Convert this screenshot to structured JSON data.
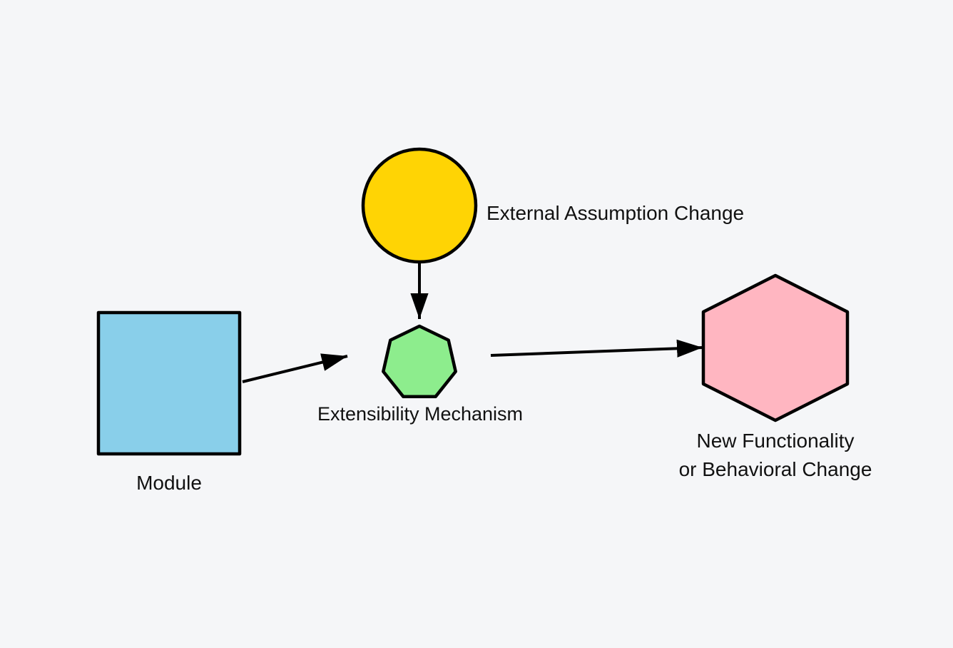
{
  "canvas": {
    "background": "#F5F6F8",
    "stroke_color": "#000000"
  },
  "nodes": {
    "module": {
      "shape": "square",
      "fill": "#89CFEA",
      "label": "Module"
    },
    "external_assumption_change": {
      "shape": "circle",
      "fill": "#FFD404",
      "label": "External Assumption Change"
    },
    "extensibility_mechanism": {
      "shape": "heptagon",
      "fill": "#8DED8D",
      "label": "Extensibility Mechanism"
    },
    "new_functionality": {
      "shape": "hexagon",
      "fill": "#FFB6C1",
      "label_line1": "New Functionality",
      "label_line2": "or Behavioral Change"
    }
  },
  "edges": [
    {
      "from": "module",
      "to": "extensibility_mechanism"
    },
    {
      "from": "external_assumption_change",
      "to": "extensibility_mechanism"
    },
    {
      "from": "extensibility_mechanism",
      "to": "new_functionality"
    }
  ]
}
